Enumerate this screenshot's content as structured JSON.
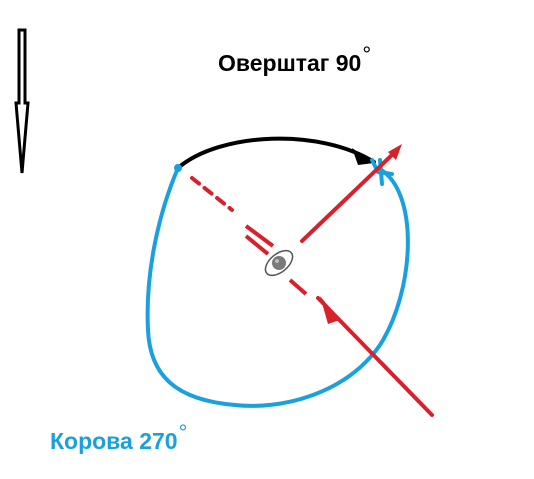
{
  "labels": {
    "oversteer": {
      "text": "Оверштаг 90",
      "degree_symbol": "°"
    },
    "korova": {
      "text": "Корова 270",
      "degree_symbol": "°"
    }
  },
  "colors": {
    "background": "#ffffff",
    "black": "#000000",
    "blue": "#1aa0dd",
    "red": "#d8212b",
    "boat_gray": "#7a7a7a"
  },
  "icons": {
    "wind_arrow": "outlined-down-arrow",
    "boat": "boat-top-view",
    "tack_turn": "black-arc-arrow",
    "jibe_turn": "blue-loop-arrow",
    "course_lines": "red-course-arrows"
  }
}
